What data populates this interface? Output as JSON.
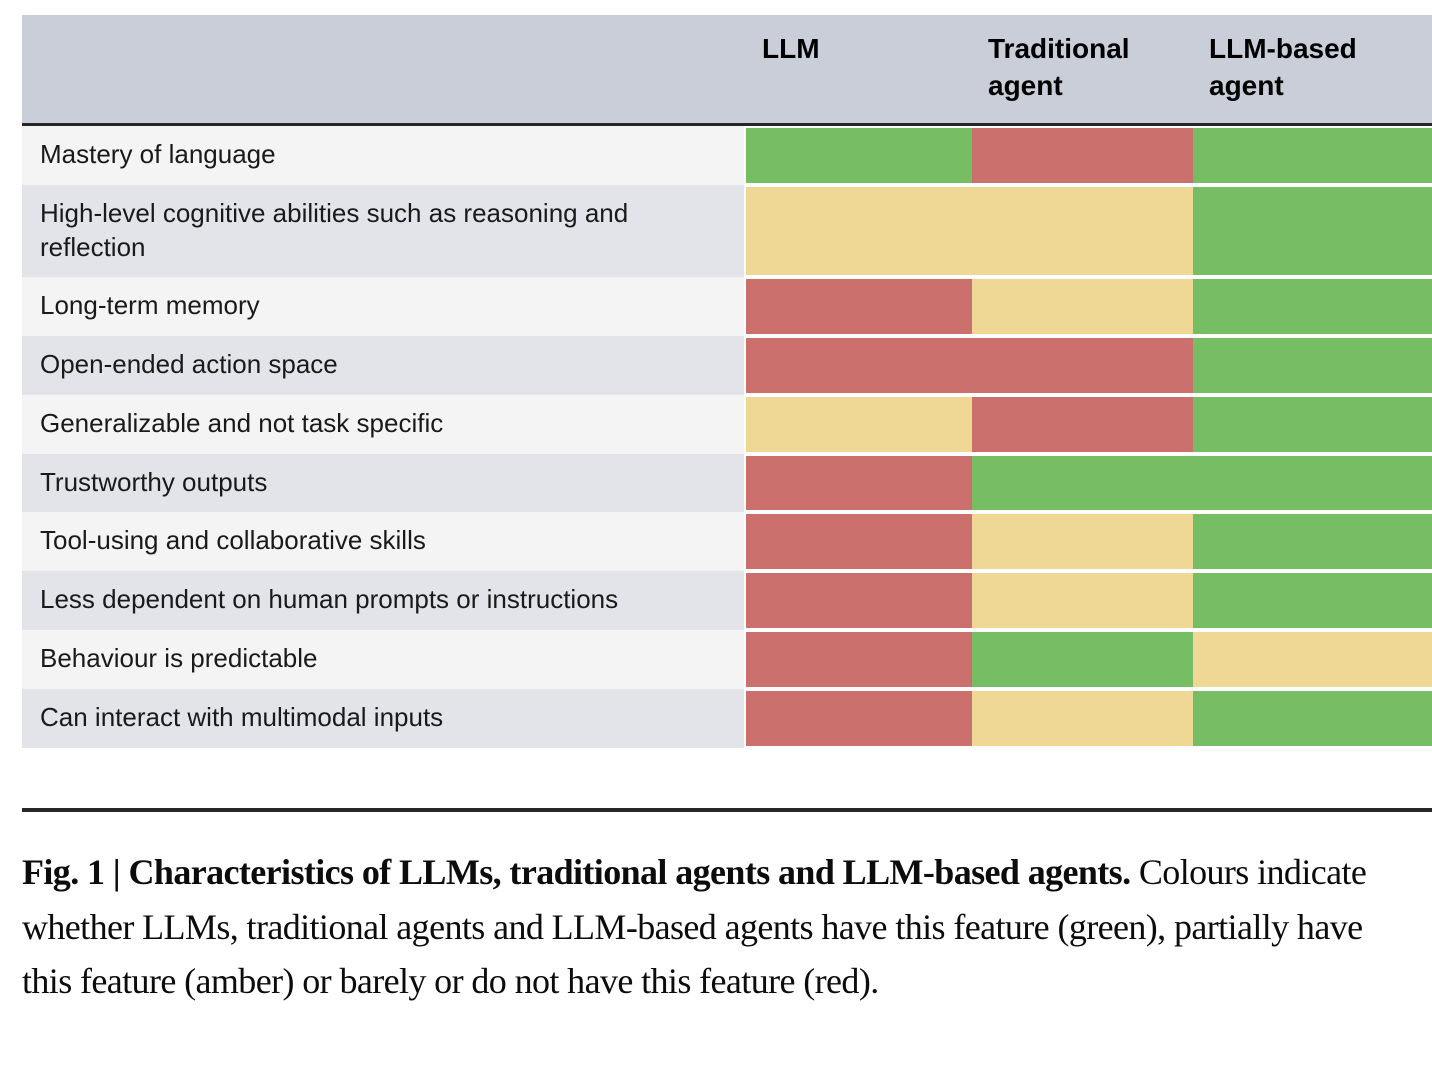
{
  "figure": {
    "columns": [
      "",
      "LLM",
      "Traditional agent",
      "LLM-based agent"
    ],
    "legend_colors": {
      "green": "#77bd63",
      "amber": "#efd795",
      "red": "#cb706c",
      "header_bg": "#c9ced8",
      "row_odd_bg": "#f4f4f5",
      "row_even_bg": "#e2e4ea",
      "rule": "#262626"
    },
    "rows": [
      {
        "label": "Mastery of language",
        "llm": "green",
        "traditional_agent": "red",
        "llm_based_agent": "green"
      },
      {
        "label": "High-level cognitive abilities such as reasoning and reflection",
        "llm": "amber",
        "traditional_agent": "amber",
        "llm_based_agent": "green"
      },
      {
        "label": "Long-term memory",
        "llm": "red",
        "traditional_agent": "amber",
        "llm_based_agent": "green"
      },
      {
        "label": "Open-ended action space",
        "llm": "red",
        "traditional_agent": "red",
        "llm_based_agent": "green"
      },
      {
        "label": "Generalizable and not task specific",
        "llm": "amber",
        "traditional_agent": "red",
        "llm_based_agent": "green"
      },
      {
        "label": "Trustworthy outputs",
        "llm": "red",
        "traditional_agent": "green",
        "llm_based_agent": "green"
      },
      {
        "label": "Tool-using and collaborative skills",
        "llm": "red",
        "traditional_agent": "amber",
        "llm_based_agent": "green"
      },
      {
        "label": "Less dependent on human prompts or instructions",
        "llm": "red",
        "traditional_agent": "amber",
        "llm_based_agent": "green"
      },
      {
        "label": "Behaviour is predictable",
        "llm": "red",
        "traditional_agent": "green",
        "llm_based_agent": "amber"
      },
      {
        "label": "Can interact with multimodal inputs",
        "llm": "red",
        "traditional_agent": "amber",
        "llm_based_agent": "green"
      }
    ]
  },
  "caption": {
    "lead": "Fig. 1 | Characteristics of LLMs, traditional agents and LLM-based agents.",
    "body": " Colours indicate whether LLMs, traditional agents and LLM-based agents have this feature (green), partially have this feature (amber) or barely or do not have this feature (red)."
  },
  "chart_data": {
    "type": "heatmap",
    "title": "Characteristics of LLMs, traditional agents and LLM-based agents",
    "categories": [
      "LLM",
      "Traditional agent",
      "LLM-based agent"
    ],
    "rows": [
      "Mastery of language",
      "High-level cognitive abilities such as reasoning and reflection",
      "Long-term memory",
      "Open-ended action space",
      "Generalizable and not task specific",
      "Trustworthy outputs",
      "Tool-using and collaborative skills",
      "Less dependent on human prompts or instructions",
      "Behaviour is predictable",
      "Can interact with multimodal inputs"
    ],
    "values": [
      [
        "green",
        "red",
        "green"
      ],
      [
        "amber",
        "amber",
        "green"
      ],
      [
        "red",
        "amber",
        "green"
      ],
      [
        "red",
        "red",
        "green"
      ],
      [
        "amber",
        "red",
        "green"
      ],
      [
        "red",
        "green",
        "green"
      ],
      [
        "red",
        "amber",
        "green"
      ],
      [
        "red",
        "amber",
        "green"
      ],
      [
        "red",
        "green",
        "amber"
      ],
      [
        "red",
        "amber",
        "green"
      ]
    ],
    "value_legend": {
      "green": "has this feature",
      "amber": "partially has this feature",
      "red": "barely or does not have this feature"
    },
    "grid": false,
    "legend_position": "caption"
  }
}
